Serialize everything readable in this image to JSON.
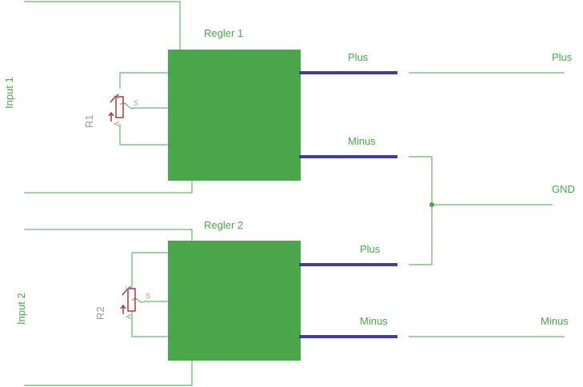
{
  "inputs": [
    {
      "label": "Input 1"
    },
    {
      "label": "Input 2"
    }
  ],
  "regulators": [
    {
      "label": "Regler 1",
      "plus_label": "Plus",
      "minus_label": "Minus"
    },
    {
      "label": "Regler 2",
      "plus_label": "Plus",
      "minus_label": "Minus"
    }
  ],
  "resistors": [
    {
      "label": "R1",
      "pin_e": "E",
      "pin_s": "S",
      "pin_a": "A"
    },
    {
      "label": "R2",
      "pin_e": "E",
      "pin_s": "S",
      "pin_a": "A"
    }
  ],
  "outputs": {
    "plus": "Plus",
    "gnd": "GND",
    "minus": "Minus"
  },
  "colors": {
    "wire": "#4aa64a",
    "block": "#4aa64a",
    "bus": "#3f3fa0",
    "resistor": "#a03c3c",
    "part_text": "#9a9a9a"
  }
}
